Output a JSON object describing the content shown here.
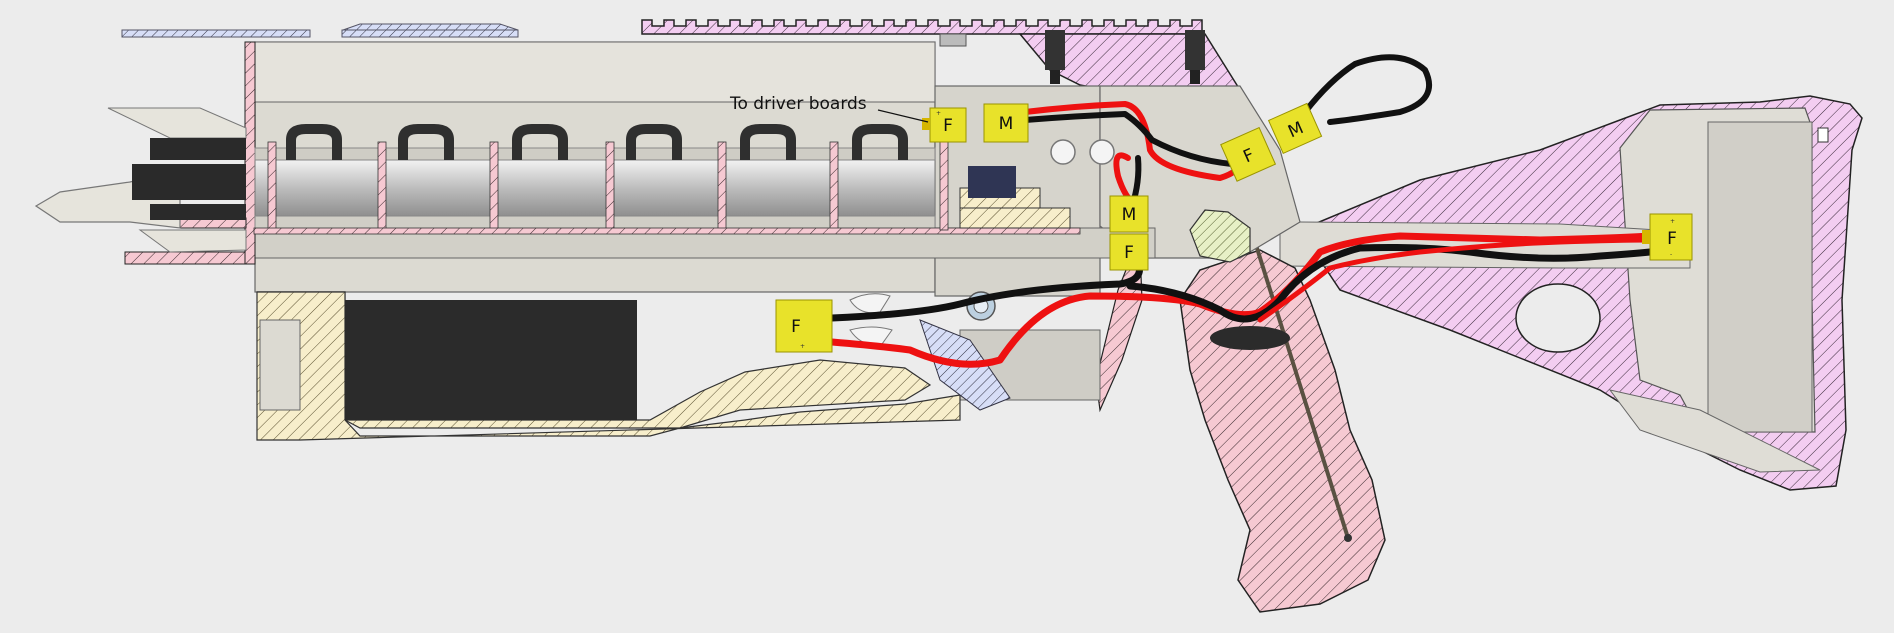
{
  "diagram": {
    "callout_text": "To driver boards",
    "connectors": [
      {
        "id": "c1",
        "label": "F",
        "pol_top": "+",
        "pol_bot": ""
      },
      {
        "id": "c2",
        "label": "M",
        "pol_top": "",
        "pol_bot": ""
      },
      {
        "id": "c3",
        "label": "M",
        "pol_top": "",
        "pol_bot": ""
      },
      {
        "id": "c4",
        "label": "F",
        "pol_top": "",
        "pol_bot": ""
      },
      {
        "id": "c5",
        "label": "M",
        "pol_top": "",
        "pol_bot": ""
      },
      {
        "id": "c6",
        "label": "F",
        "pol_top": "",
        "pol_bot": ""
      },
      {
        "id": "c7",
        "label": "F",
        "pol_top": "",
        "pol_bot": "+"
      },
      {
        "id": "c8",
        "label": "F",
        "pol_top": "+",
        "pol_bot": "-"
      }
    ]
  },
  "colors": {
    "background": "#ececec",
    "connector": "#e8e22a",
    "wire_positive": "#ee1111",
    "wire_negative": "#111111",
    "hatch_pink": "#f3b7c4",
    "hatch_magenta": "#f2c8f0",
    "hatch_yellow": "#f6ebbd",
    "body_gray": "#d8d6cf",
    "magazine": "#262626"
  }
}
